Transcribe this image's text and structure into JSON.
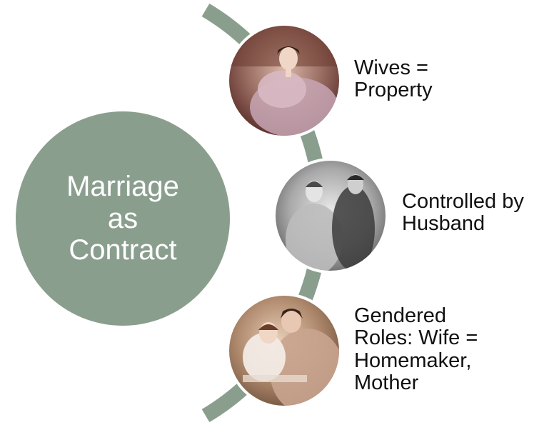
{
  "colors": {
    "accent": "#8A9E8E",
    "ring": "#ffffff",
    "text": "#111111"
  },
  "main": {
    "line1": "Marriage",
    "line2": "as",
    "line3": "Contract"
  },
  "items": [
    {
      "line1": "Wives =",
      "line2": "Property",
      "image": "victorian-woman-portrait-image"
    },
    {
      "line1": "Controlled by",
      "line2": "Husband",
      "image": "couple-engraving-image"
    },
    {
      "line1": "Gendered",
      "line2": "Roles: Wife =",
      "line3": "Homemaker,",
      "line4": "Mother",
      "image": "mother-and-child-painting-image"
    }
  ]
}
